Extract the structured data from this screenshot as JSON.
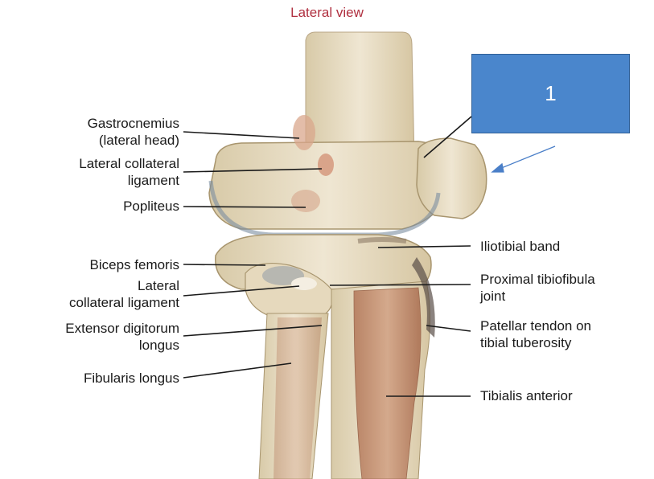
{
  "title": "Lateral view",
  "callout": {
    "number": "1",
    "color": "#4a86cc"
  },
  "labels_left": [
    {
      "name": "label-gastrocnemius",
      "lines": [
        "Gastrocnemius",
        "(lateral head)"
      ]
    },
    {
      "name": "label-lateral-collateral-ligament-upper",
      "lines": [
        "Lateral collateral",
        "ligament"
      ]
    },
    {
      "name": "label-popliteus",
      "lines": [
        "Popliteus"
      ]
    },
    {
      "name": "label-biceps-femoris",
      "lines": [
        "Biceps femoris"
      ]
    },
    {
      "name": "label-lateral-collateral-ligament-lower",
      "lines": [
        "Lateral",
        "collateral ligament"
      ]
    },
    {
      "name": "label-extensor-digitorum-longus",
      "lines": [
        "Extensor digitorum",
        "longus"
      ]
    },
    {
      "name": "label-fibularis-longus",
      "lines": [
        "Fibularis longus"
      ]
    }
  ],
  "labels_right": [
    {
      "name": "label-iliotibial-band",
      "lines": [
        "Iliotibial band"
      ]
    },
    {
      "name": "label-proximal-tibiofibular-joint",
      "lines": [
        "Proximal tibiofibula",
        "joint"
      ]
    },
    {
      "name": "label-patellar-tendon",
      "lines": [
        "Patellar tendon on",
        "tibial tuberosity"
      ]
    },
    {
      "name": "label-tibialis-anterior",
      "lines": [
        "Tibialis anterior"
      ]
    }
  ],
  "colors": {
    "bone": "#e8dcc2",
    "muscle": "#c99a7e",
    "title": "#b03040",
    "arrow": "#4a7fc8"
  }
}
